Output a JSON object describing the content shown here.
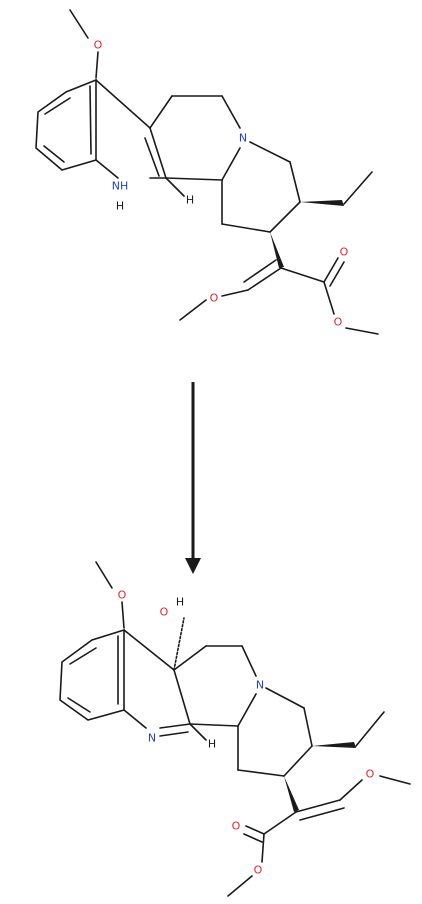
{
  "diagram": {
    "type": "reaction_scheme",
    "colors": {
      "bond": "#1a1a1a",
      "oxygen": "#e0262c",
      "nitrogen": "#1f3fd6",
      "hydrogen": "#1a1a1a"
    },
    "reactant": {
      "atom_labels": {
        "o_methoxy_aryl": "O",
        "nh_n": "NH",
        "nh_h": "H",
        "n_ring": "N",
        "h_stereo": "H",
        "o_enol": "O",
        "o_carbonyl": "O",
        "o_ester": "O"
      }
    },
    "product": {
      "atom_labels": {
        "o_methoxy_aryl": "O",
        "oh_o": "O",
        "oh_h": "H",
        "n_ring": "N",
        "n_imine": "N",
        "h_stereo": "H",
        "o_enol": "O",
        "o_carbonyl": "O",
        "o_ester": "O"
      }
    },
    "arrow": {
      "direction": "down"
    }
  }
}
